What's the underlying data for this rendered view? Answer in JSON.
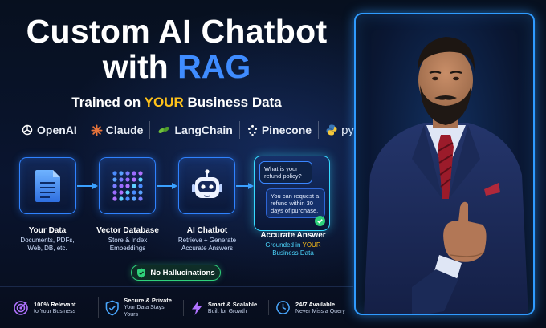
{
  "title": {
    "line1": "Custom AI Chatbot",
    "line2_prefix": "with ",
    "line2_highlight": "RAG"
  },
  "subtitle": {
    "prefix": "Trained on ",
    "highlight": "YOUR",
    "suffix": " Business Data"
  },
  "tech_logos": [
    {
      "name": "OpenAI",
      "icon": "openai-icon",
      "color": "#ffffff"
    },
    {
      "name": "Claude",
      "icon": "claude-icon",
      "color": "#e8743b"
    },
    {
      "name": "LangChain",
      "icon": "langchain-icon",
      "color": "#6fbf3a"
    },
    {
      "name": "Pinecone",
      "icon": "pinecone-icon",
      "color": "#ffffff"
    },
    {
      "name": "python",
      "icon": "python-icon",
      "color": "#3b77b5"
    }
  ],
  "pipeline": [
    {
      "title": "Your Data",
      "subtitle": "Documents, PDFs,\nWeb, DB, etc.",
      "icon": "document-icon"
    },
    {
      "title": "Vector Database",
      "subtitle": "Store & Index\nEmbeddings",
      "icon": "vector-grid-icon"
    },
    {
      "title": "AI Chatbot",
      "subtitle": "Retrieve + Generate\nAccurate Answers",
      "icon": "robot-icon"
    },
    {
      "title": "Accurate Answer",
      "subtitle_prefix": "Grounded in ",
      "subtitle_highlight": "YOUR",
      "subtitle_suffix": "\nBusiness Data",
      "icon": "check-icon"
    }
  ],
  "chat": {
    "question": "What is your refund policy?",
    "answer": "You can request a refund within 30 days of purchase."
  },
  "badge": {
    "label": "No Hallucinations",
    "icon": "shield-check-icon"
  },
  "features": [
    {
      "title": "100% Relevant",
      "subtitle": "to Your Business",
      "icon": "target-icon",
      "color": "#b072ff"
    },
    {
      "title": "Secure & Private",
      "subtitle": "Your Data Stays Yours",
      "icon": "shield-icon",
      "color": "#4aa8ff"
    },
    {
      "title": "Smart & Scalable",
      "subtitle": "Built for Growth",
      "icon": "lightning-icon",
      "color": "#b072ff"
    },
    {
      "title": "24/7 Available",
      "subtitle": "Never Miss a Query",
      "icon": "clock-icon",
      "color": "#4aa8ff"
    }
  ],
  "colors": {
    "accent_blue": "#3f8cff",
    "highlight_yellow": "#ffc21a",
    "success_green": "#2fd27b",
    "cyan": "#36d9ff"
  }
}
